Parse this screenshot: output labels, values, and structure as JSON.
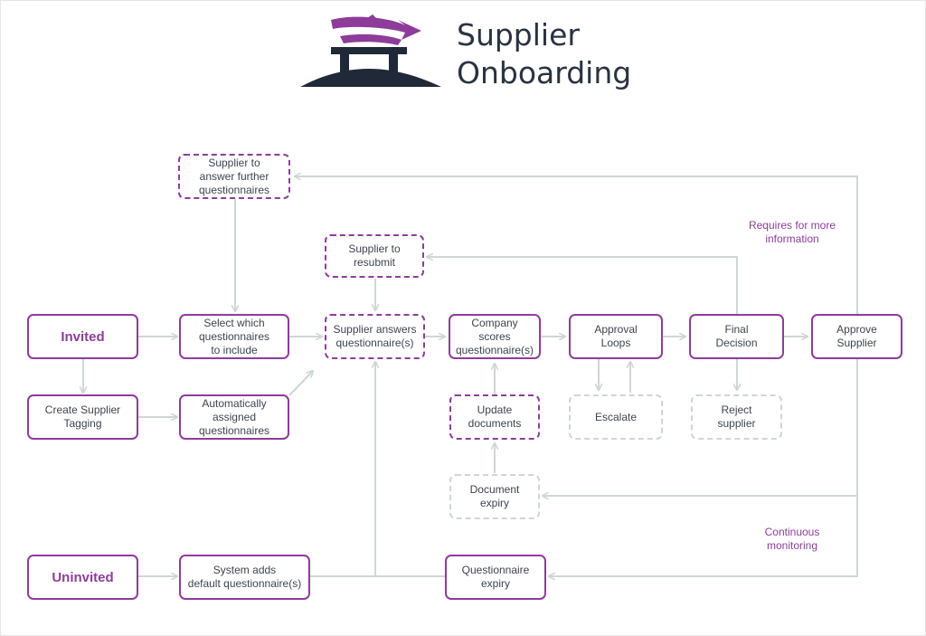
{
  "brand": {
    "title": "Supplier\nOnboarding"
  },
  "colors": {
    "accent": "#8e3c9a",
    "connector": "#cfd6d6",
    "ghost": "#d0d5d5",
    "text": "#3d4450",
    "logo_dark": "#1f2937"
  },
  "icons": {
    "logo": "pagoda-arrow-logo"
  },
  "nodes": {
    "invited": "Invited",
    "create_supplier_tagging": "Create Supplier\nTagging",
    "uninvited": "Uninvited",
    "select_questionnaires": "Select which\nquestionnaires\nto include",
    "auto_assigned": "Automatically\nassigned\nquestionnaires",
    "system_adds_default": "System adds\ndefault questionnaire(s)",
    "supplier_answer_further": "Supplier to\nanswer further\nquestionnaires",
    "supplier_resubmit": "Supplier to\nresubmit",
    "supplier_answers": "Supplier answers\nquestionnaire(s)",
    "company_scores": "Company scores\nquestionnaire(s)",
    "update_documents": "Update\ndocuments",
    "document_expiry": "Document\nexpiry",
    "questionnaire_expiry": "Questionnaire\nexpiry",
    "approval_loops": "Approval\nLoops",
    "escalate": "Escalate",
    "final_decision": "Final\nDecision",
    "reject_supplier": "Reject\nsupplier",
    "approve_supplier": "Approve\nSupplier"
  },
  "notes": {
    "requires_more_info": "Requires for more\ninformation",
    "continuous_monitoring": "Continuous\nmonitoring"
  }
}
